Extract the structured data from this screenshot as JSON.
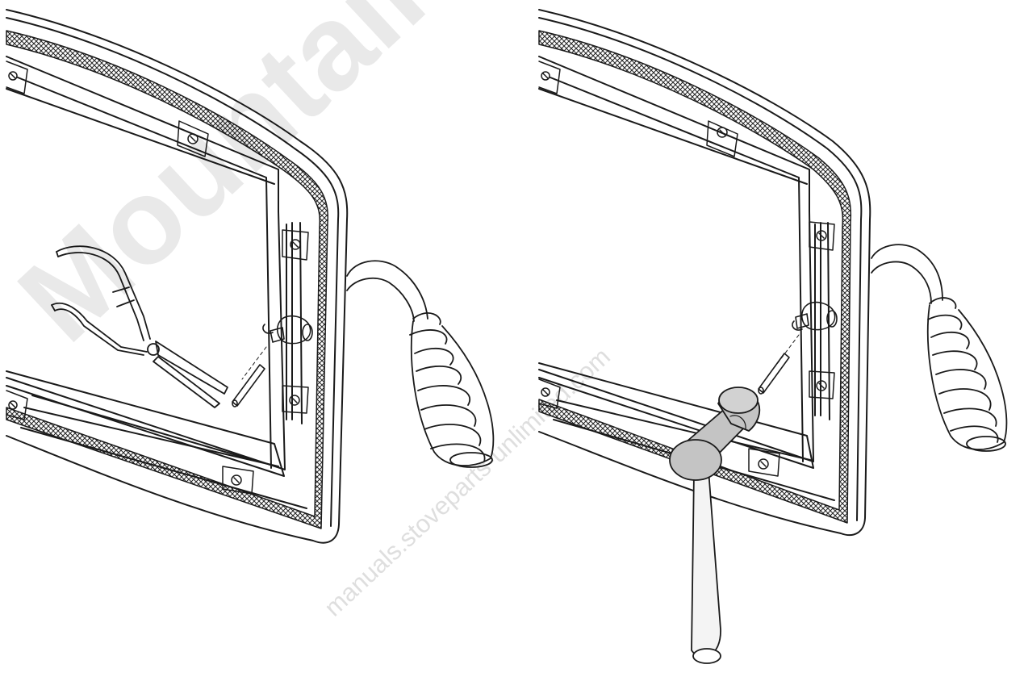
{
  "figure": {
    "panels": [
      {
        "name": "left",
        "tool": "pliers"
      },
      {
        "name": "right",
        "tool": "hammer"
      }
    ],
    "colors": {
      "line": "#1a1a1a",
      "hammer_fill": "#c4c4c4",
      "gasket_hatch": "#222222",
      "background": "#ffffff"
    }
  },
  "watermark": {
    "brand": "Mountain View Hearth Products",
    "site": "manuals.stoveparts-unlimited.com"
  }
}
